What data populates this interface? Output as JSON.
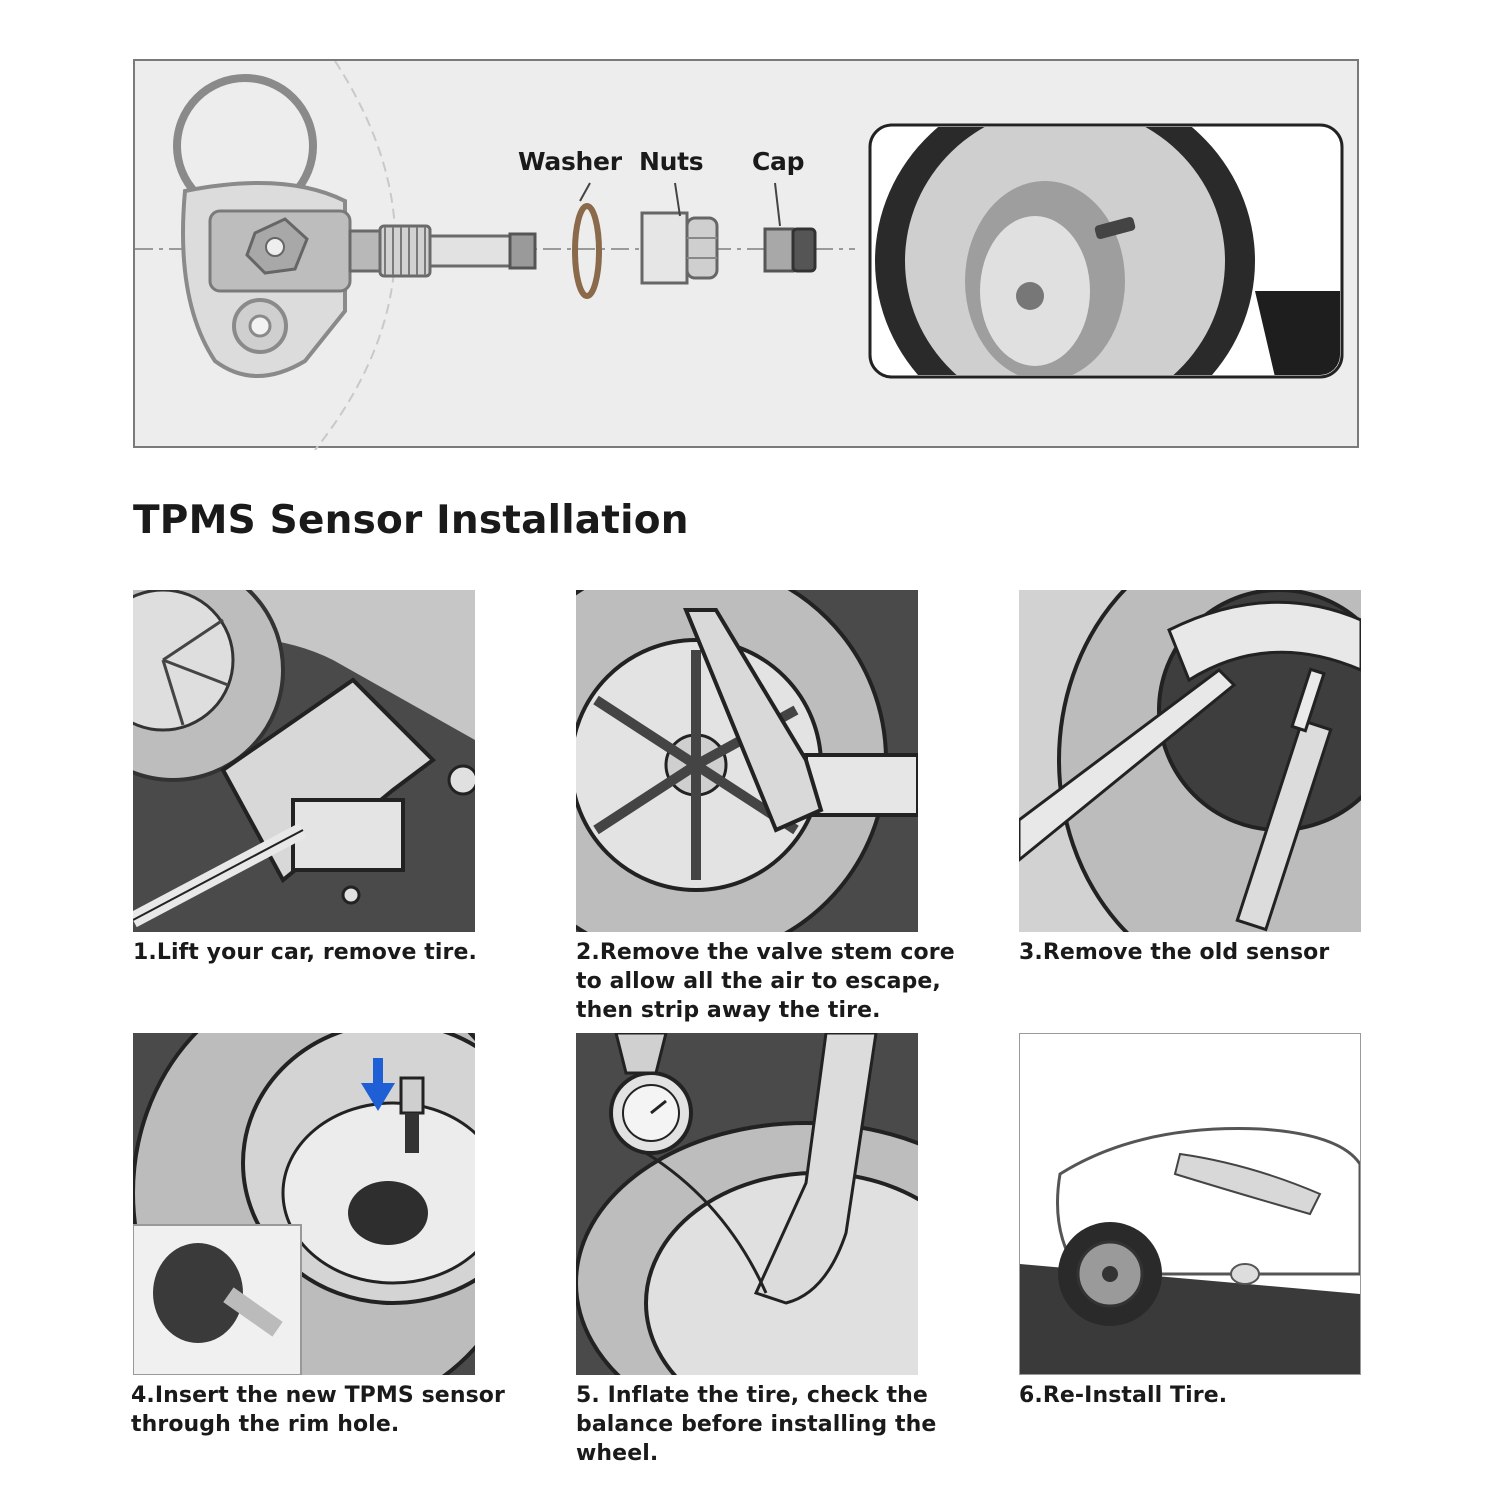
{
  "diagram": {
    "labels": {
      "washer": "Washer",
      "nuts": "Nuts",
      "cap": "Cap"
    }
  },
  "title": "TPMS Sensor Installation",
  "steps": [
    {
      "lines": [
        "1.Lift your car, remove tire."
      ]
    },
    {
      "lines": [
        "2.Remove the valve stem core",
        "to allow all the air to escape,",
        "then strip away the tire."
      ]
    },
    {
      "lines": [
        "3.Remove the old sensor"
      ]
    },
    {
      "lines": [
        "4.Insert the new TPMS sensor",
        "through the rim hole."
      ]
    },
    {
      "lines": [
        "5. Inflate the tire, check the",
        "balance before installing the",
        "wheel."
      ]
    },
    {
      "lines": [
        "6.Re-Install Tire."
      ]
    }
  ],
  "colors": {
    "panel_bg": "#ededed",
    "illustration_dark": "#4d4d4d",
    "illustration_light": "#c8c8c8",
    "arrow": "#1f5fd6"
  }
}
